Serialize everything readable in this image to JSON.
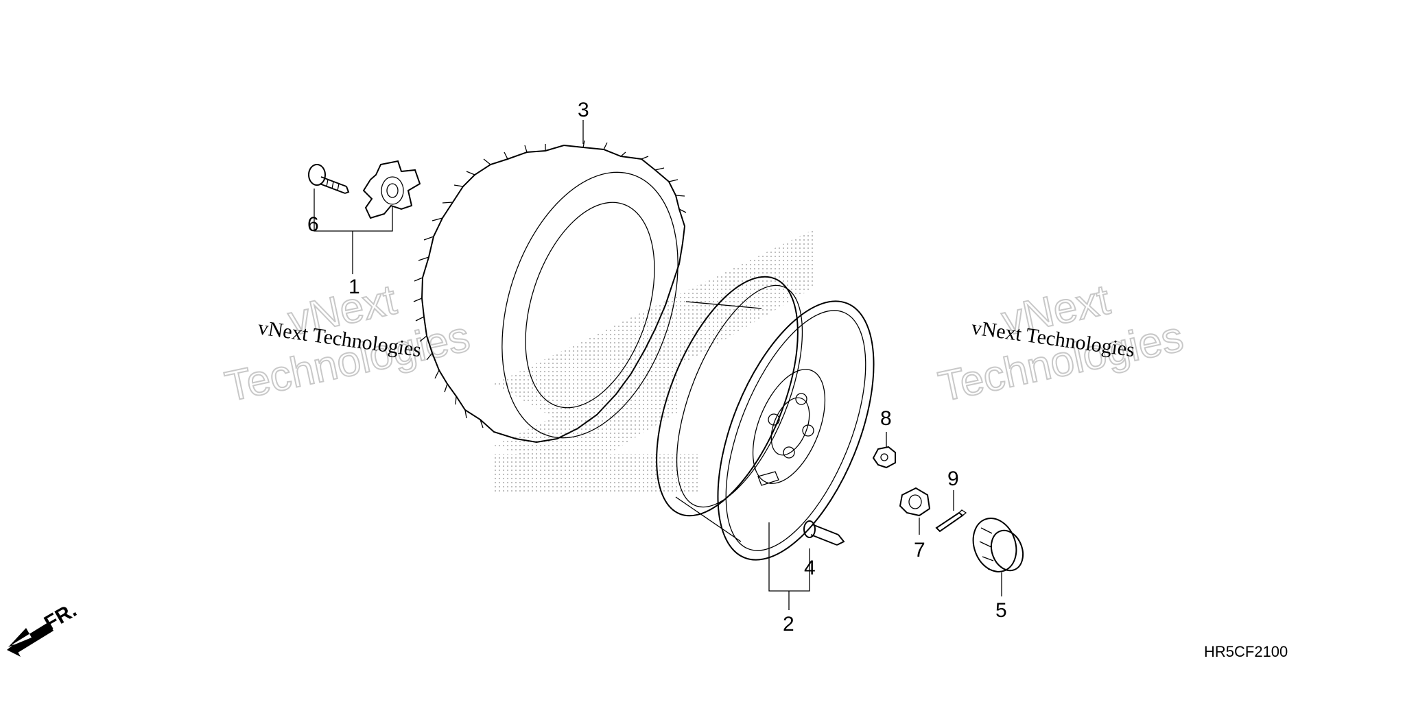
{
  "diagram": {
    "callouts": {
      "c1": "1",
      "c2": "2",
      "c3": "3",
      "c4": "4",
      "c5": "5",
      "c6": "6",
      "c7": "7",
      "c8": "8",
      "c9": "9"
    },
    "watermarks": {
      "left_small": "vNext Technologies",
      "left_big_1": "vNext",
      "left_big_2": "Technologies",
      "right_small": "vNext Technologies",
      "right_big_1": "vNext",
      "right_big_2": "Technologies"
    },
    "front_label": "FR.",
    "diagram_code": "HR5CF2100"
  }
}
